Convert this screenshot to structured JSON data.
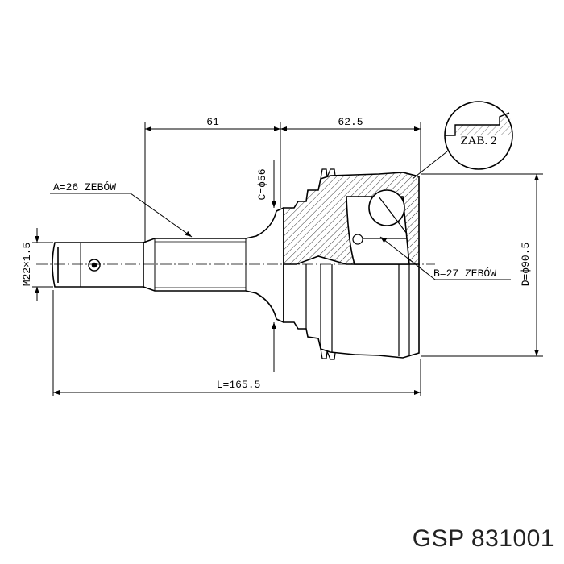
{
  "dimensions": {
    "length_a": "61",
    "length_b": "62.5",
    "total_length": "L=165.5",
    "thread": "M22×1.5",
    "shaft_diameter": "C=ϕ56",
    "outer_diameter": "D=ϕ90.5",
    "spline_a": "A=26 ZEBÓW",
    "spline_b": "B=27 ZEBÓW"
  },
  "callout": "ZAB. 2",
  "brand": "GSP",
  "part_number": "831001"
}
